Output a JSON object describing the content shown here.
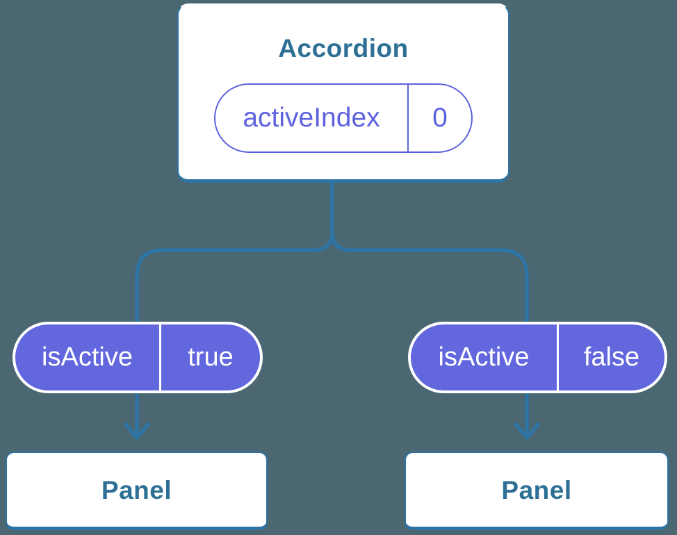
{
  "colors": {
    "background": "#4B6772",
    "connector_line": "#2E74A4",
    "node_border": "#2E74A4",
    "node_background": "#FFFFFF",
    "node_text": "#2E7095",
    "prop_pill_fill": "#6267DE",
    "prop_pill_text": "#FFFFFF",
    "state_pill_accent": "#5D62DE"
  },
  "tree": {
    "root": {
      "title": "Accordion",
      "state": {
        "name": "activeIndex",
        "value": "0"
      }
    },
    "edges": [
      {
        "prop": {
          "name": "isActive",
          "value": "true"
        }
      },
      {
        "prop": {
          "name": "isActive",
          "value": "false"
        }
      }
    ],
    "children": [
      {
        "title": "Panel"
      },
      {
        "title": "Panel"
      }
    ]
  }
}
